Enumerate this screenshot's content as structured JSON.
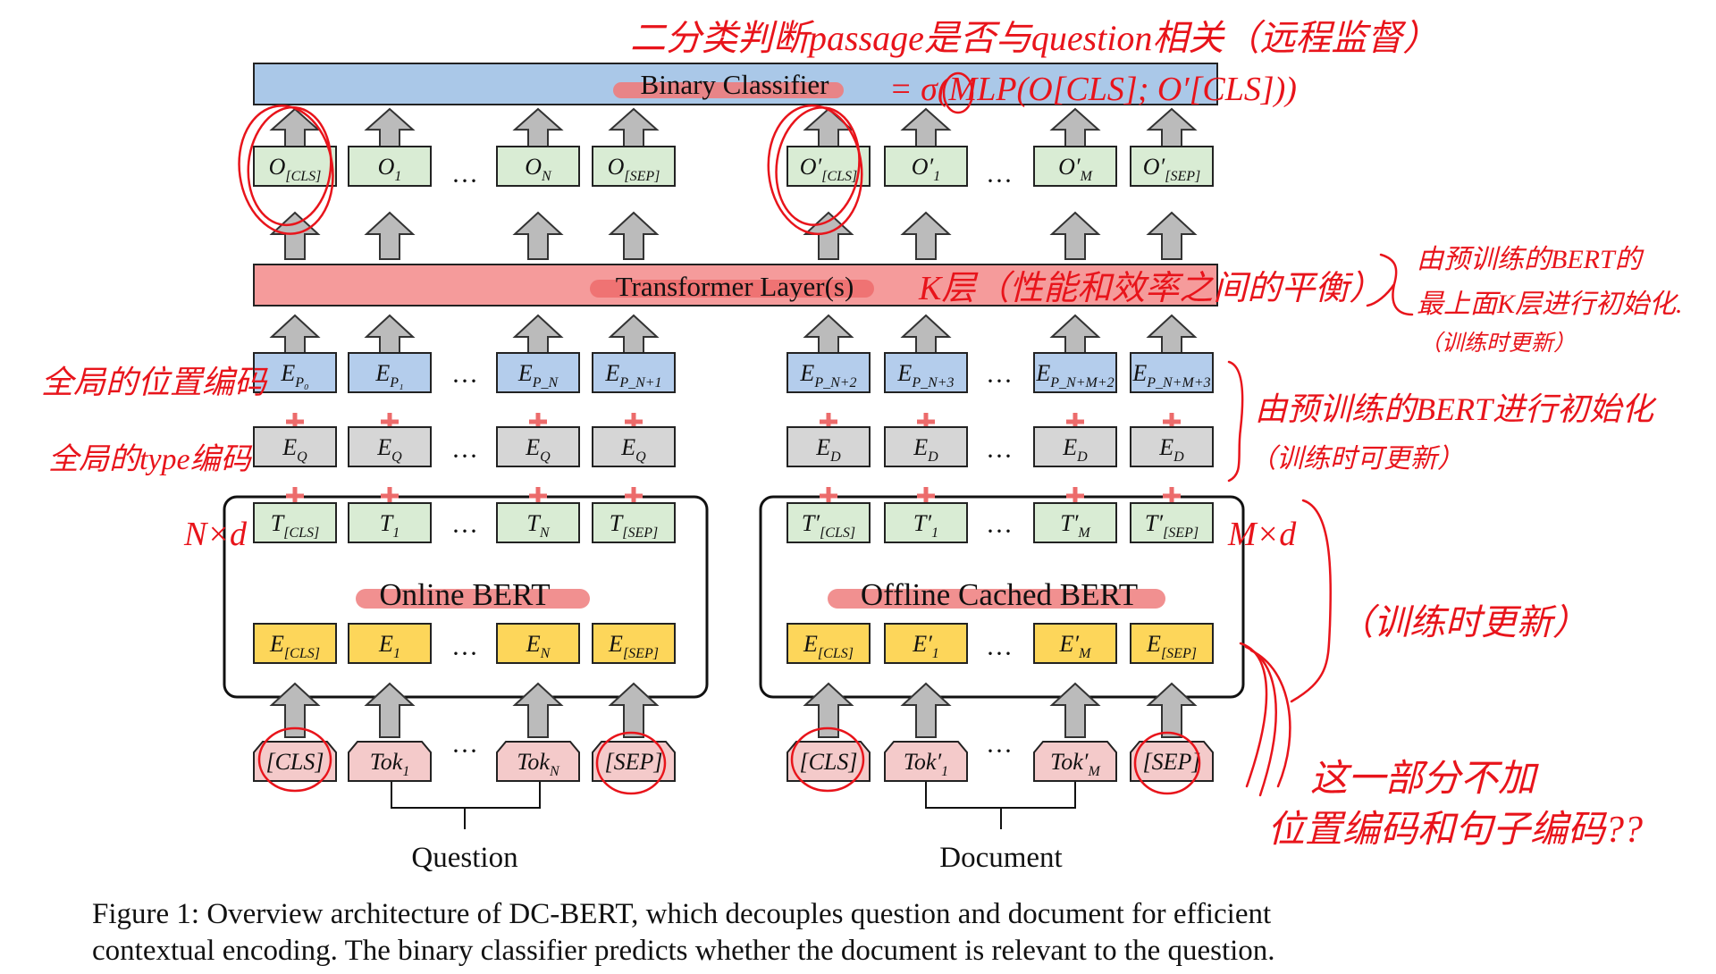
{
  "figure": {
    "classifier_label": "Binary Classifier",
    "transformer_label": "Transformer Layer(s)",
    "online_bert_label": "Online BERT",
    "offline_bert_label": "Offline Cached BERT",
    "question_label": "Question",
    "document_label": "Document",
    "ellipsis": "···",
    "question_columns": [
      {
        "tok": [
          "[CLS]",
          ""
        ],
        "e": [
          "E",
          "[CLS]"
        ],
        "t": [
          "T",
          "[CLS]"
        ],
        "type": [
          "E",
          "Q"
        ],
        "pos": [
          "E",
          "P₀"
        ],
        "o": [
          "O",
          "[CLS]"
        ]
      },
      {
        "tok": [
          "Tok",
          "1"
        ],
        "e": [
          "E",
          "1"
        ],
        "t": [
          "T",
          "1"
        ],
        "type": [
          "E",
          "Q"
        ],
        "pos": [
          "E",
          "P₁"
        ],
        "o": [
          "O",
          "1"
        ]
      },
      {
        "tok": [
          "Tok",
          "N"
        ],
        "e": [
          "E",
          "N"
        ],
        "t": [
          "T",
          "N"
        ],
        "type": [
          "E",
          "Q"
        ],
        "pos": [
          "E",
          "P_N"
        ],
        "o": [
          "O",
          "N"
        ]
      },
      {
        "tok": [
          "[SEP]",
          ""
        ],
        "e": [
          "E",
          "[SEP]"
        ],
        "t": [
          "T",
          "[SEP]"
        ],
        "type": [
          "E",
          "Q"
        ],
        "pos": [
          "E",
          "P_N+1"
        ],
        "o": [
          "O",
          "[SEP]"
        ]
      }
    ],
    "document_columns": [
      {
        "tok": [
          "[CLS]",
          ""
        ],
        "e": [
          "E",
          "[CLS]"
        ],
        "t": [
          "T′",
          "[CLS]"
        ],
        "type": [
          "E",
          "D"
        ],
        "pos": [
          "E",
          "P_N+2"
        ],
        "o": [
          "O′",
          "[CLS]"
        ]
      },
      {
        "tok": [
          "Tok′",
          "1"
        ],
        "e": [
          "E′",
          "1"
        ],
        "t": [
          "T′",
          "1"
        ],
        "type": [
          "E",
          "D"
        ],
        "pos": [
          "E",
          "P_N+3"
        ],
        "o": [
          "O′",
          "1"
        ]
      },
      {
        "tok": [
          "Tok′",
          "M"
        ],
        "e": [
          "E′",
          "M"
        ],
        "t": [
          "T′",
          "M"
        ],
        "type": [
          "E",
          "D"
        ],
        "pos": [
          "E",
          "P_N+M+2"
        ],
        "o": [
          "O′",
          "M"
        ]
      },
      {
        "tok": [
          "[SEP]",
          ""
        ],
        "e": [
          "E",
          "[SEP]"
        ],
        "t": [
          "T′",
          "[SEP]"
        ],
        "type": [
          "E",
          "D"
        ],
        "pos": [
          "E",
          "P_N+M+3"
        ],
        "o": [
          "O′",
          "[SEP]"
        ]
      }
    ],
    "plus_sign": "+"
  },
  "annotations": {
    "top_note": "二分类判断passage是否与question相关（远程监督）",
    "classifier_formula": "= σ(MLP(O[CLS]; O′[CLS]))",
    "transformer_note": "K层（性能和效率之间的平衡）",
    "transformer_init_line1": "由预训练的BERT的",
    "transformer_init_line2": "最上面K层进行初始化.",
    "transformer_init_line3": "（训练时更新）",
    "position_note": "全局的位置编码",
    "type_note": "全局的type编码",
    "embed_init_line1": "由预训练的BERT进行初始化",
    "embed_init_line2": "（训练时可更新）",
    "nxd": "N×d",
    "mxd": "M×d",
    "bert_update": "（训练时更新）",
    "no_pos_line1": "这一部分不加",
    "no_pos_line2": "位置编码和句子编码??",
    "annotation_color": "#e8141b"
  },
  "caption": {
    "line1": "Figure 1: Overview architecture of DC-BERT, which decouples question and document for efficient",
    "line2": "contextual encoding. The binary classifier predicts whether the document is relevant to the question."
  },
  "colors": {
    "classifier": "#aac8e8",
    "transformer": "#f59b9b",
    "green": "#d9ecd4",
    "blue": "#b4cdec",
    "gray": "#d6d6d6",
    "yellow": "#fdd65a",
    "pink": "#f4caca",
    "arrow": "#bbbbbb",
    "plus": "#ec6b6b",
    "highlight": "#ee7c7c"
  }
}
